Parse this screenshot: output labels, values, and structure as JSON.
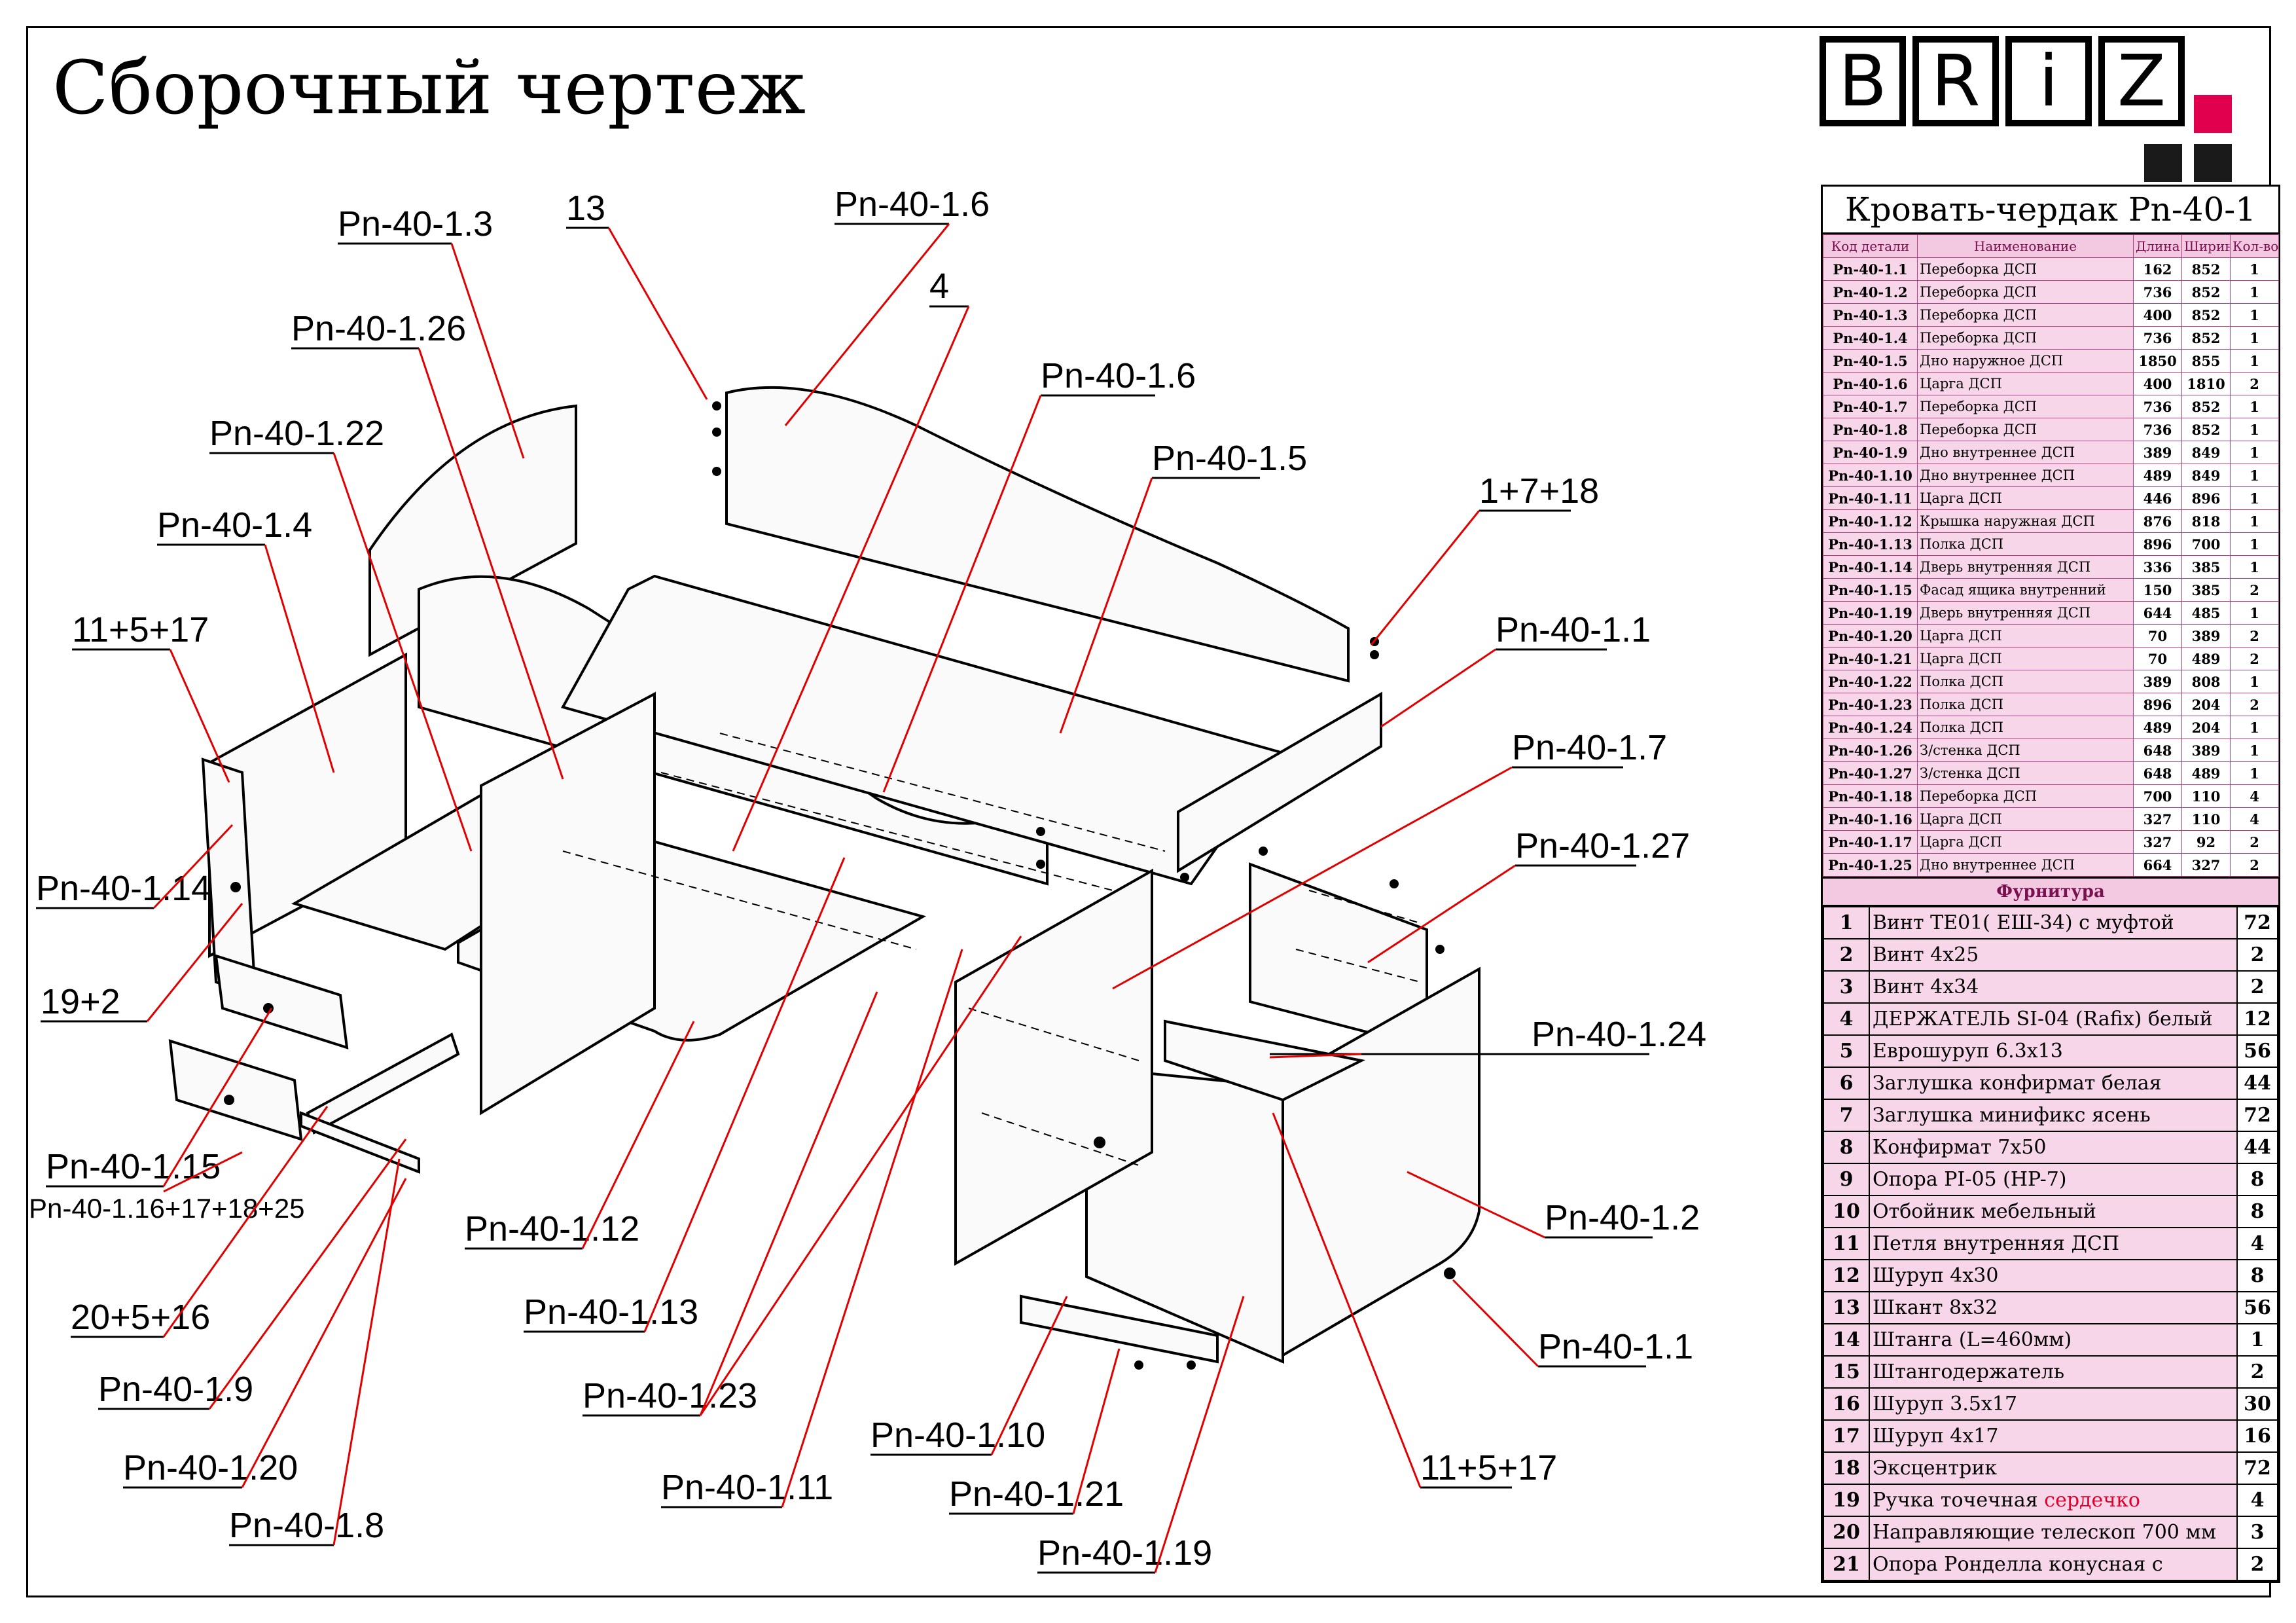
{
  "title": "Сборочный чертеж",
  "logo": {
    "letters": [
      "B",
      "R",
      "i",
      "Z"
    ],
    "accent_color": "#e0004d"
  },
  "table": {
    "title": "Кровать-чердак Pn-40-1",
    "headers": [
      "Код детали",
      "Наименование",
      "Длина",
      "Ширина",
      "Кол-во"
    ],
    "rows": [
      [
        "Pn-40-1.1",
        "Переборка ДСП",
        "162",
        "852",
        "1"
      ],
      [
        "Pn-40-1.2",
        "Переборка ДСП",
        "736",
        "852",
        "1"
      ],
      [
        "Pn-40-1.3",
        "Переборка ДСП",
        "400",
        "852",
        "1"
      ],
      [
        "Pn-40-1.4",
        "Переборка ДСП",
        "736",
        "852",
        "1"
      ],
      [
        "Pn-40-1.5",
        "Дно наружное ДСП",
        "1850",
        "855",
        "1"
      ],
      [
        "Pn-40-1.6",
        "Царга ДСП",
        "400",
        "1810",
        "2"
      ],
      [
        "Pn-40-1.7",
        "Переборка ДСП",
        "736",
        "852",
        "1"
      ],
      [
        "Pn-40-1.8",
        "Переборка ДСП",
        "736",
        "852",
        "1"
      ],
      [
        "Pn-40-1.9",
        "Дно внутреннее ДСП",
        "389",
        "849",
        "1"
      ],
      [
        "Pn-40-1.10",
        "Дно внутреннее ДСП",
        "489",
        "849",
        "1"
      ],
      [
        "Pn-40-1.11",
        "Царга ДСП",
        "446",
        "896",
        "1"
      ],
      [
        "Pn-40-1.12",
        "Крышка наружная ДСП",
        "876",
        "818",
        "1"
      ],
      [
        "Pn-40-1.13",
        "Полка ДСП",
        "896",
        "700",
        "1"
      ],
      [
        "Pn-40-1.14",
        "Дверь внутренняя ДСП",
        "336",
        "385",
        "1"
      ],
      [
        "Pn-40-1.15",
        "Фасад ящика внутренний",
        "150",
        "385",
        "2"
      ],
      [
        "Pn-40-1.19",
        "Дверь внутренняя ДСП",
        "644",
        "485",
        "1"
      ],
      [
        "Pn-40-1.20",
        "Царга ДСП",
        "70",
        "389",
        "2"
      ],
      [
        "Pn-40-1.21",
        "Царга ДСП",
        "70",
        "489",
        "2"
      ],
      [
        "Pn-40-1.22",
        "Полка ДСП",
        "389",
        "808",
        "1"
      ],
      [
        "Pn-40-1.23",
        "Полка ДСП",
        "896",
        "204",
        "2"
      ],
      [
        "Pn-40-1.24",
        "Полка ДСП",
        "489",
        "204",
        "1"
      ],
      [
        "Pn-40-1.26",
        "З/стенка ДСП",
        "648",
        "389",
        "1"
      ],
      [
        "Pn-40-1.27",
        "З/стенка ДСП",
        "648",
        "489",
        "1"
      ],
      [
        "Pn-40-1.18",
        "Переборка ДСП",
        "700",
        "110",
        "4"
      ],
      [
        "Pn-40-1.16",
        "Царга ДСП",
        "327",
        "110",
        "4"
      ],
      [
        "Pn-40-1.17",
        "Царга ДСП",
        "327",
        "92",
        "2"
      ],
      [
        "Pn-40-1.25",
        "Дно внутреннее ДСП",
        "664",
        "327",
        "2"
      ]
    ],
    "fittings_title": "Фурнитура",
    "fittings": [
      {
        "n": "1",
        "name": "Винт TE01( ЕШ-34) с муфтой",
        "red": "",
        "qty": "72"
      },
      {
        "n": "2",
        "name": "Винт 4х25",
        "red": "",
        "qty": "2"
      },
      {
        "n": "3",
        "name": "Винт 4х34",
        "red": "",
        "qty": "2"
      },
      {
        "n": "4",
        "name": "ДЕРЖАТЕЛЬ SI-04 (Rafix) белый",
        "red": "",
        "qty": "12"
      },
      {
        "n": "5",
        "name": "Еврошуруп 6.3х13",
        "red": "",
        "qty": "56"
      },
      {
        "n": "6",
        "name": "Заглушка конфирмат белая",
        "red": "",
        "qty": "44"
      },
      {
        "n": "7",
        "name": "Заглушка минификс ясень",
        "red": "",
        "qty": "72"
      },
      {
        "n": "8",
        "name": "Конфирмат 7х50",
        "red": "",
        "qty": "44"
      },
      {
        "n": "9",
        "name": "Опора PI-05 (HP-7)",
        "red": "",
        "qty": "8"
      },
      {
        "n": "10",
        "name": "Отбойник мебельный",
        "red": "",
        "qty": "8"
      },
      {
        "n": "11",
        "name": "Петля внутренняя ДСП",
        "red": "",
        "qty": "4"
      },
      {
        "n": "12",
        "name": "Шуруп 4х30",
        "red": "",
        "qty": "8"
      },
      {
        "n": "13",
        "name": "Шкант 8х32",
        "red": "",
        "qty": "56"
      },
      {
        "n": "14",
        "name": "Штанга  (L=460мм)",
        "red": "",
        "qty": "1"
      },
      {
        "n": "15",
        "name": "Штангодержатель",
        "red": "",
        "qty": "2"
      },
      {
        "n": "16",
        "name": "Шуруп 3.5х17",
        "red": "",
        "qty": "30"
      },
      {
        "n": "17",
        "name": "Шуруп 4х17",
        "red": "",
        "qty": "16"
      },
      {
        "n": "18",
        "name": "Эксцентрик",
        "red": "",
        "qty": "72"
      },
      {
        "n": "19",
        "name": "Ручка точечная ",
        "red": "сердечко",
        "qty": "4"
      },
      {
        "n": "20",
        "name": "Направляющие телескоп 700 мм",
        "red": "",
        "qty": "3"
      },
      {
        "n": "21",
        "name": "Опора Ронделла конусная с",
        "red": "",
        "qty": "2"
      }
    ]
  },
  "callouts": [
    "Pn-40-1.3",
    "13",
    "Pn-40-1.6",
    "4",
    "Pn-40-1.26",
    "Pn-40-1.6",
    "Pn-40-1.22",
    "Pn-40-1.5",
    "1+7+18",
    "Pn-40-1.4",
    "11+5+17",
    "Pn-40-1.1",
    "Pn-40-1.7",
    "Pn-40-1.14",
    "Pn-40-1.27",
    "19+2",
    "Pn-40-1.24",
    "Pn-40-1.15",
    "Pn-40-1.16+17+18+25",
    "Pn-40-1.12",
    "Pn-40-1.2",
    "Pn-40-1.13",
    "20+5+16",
    "Pn-40-1.1",
    "Pn-40-1.9",
    "Pn-40-1.23",
    "11+5+17",
    "Pn-40-1.10",
    "Pn-40-1.20",
    "Pn-40-1.11",
    "Pn-40-1.21",
    "Pn-40-1.8",
    "Pn-40-1.19"
  ]
}
